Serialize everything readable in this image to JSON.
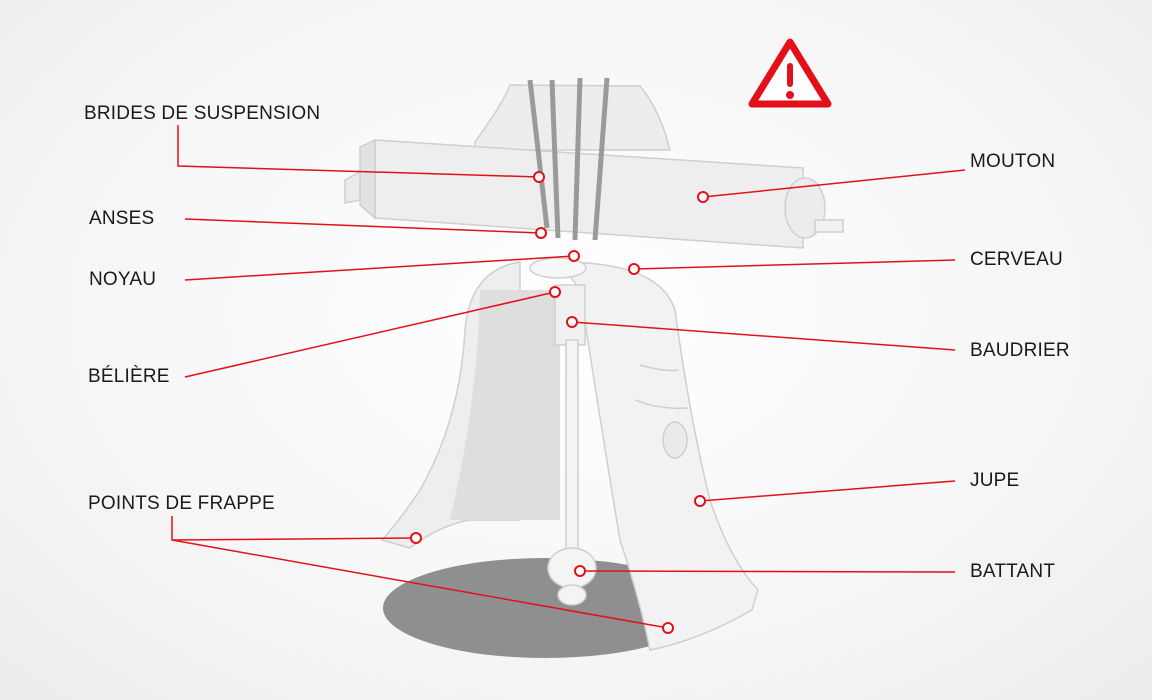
{
  "title_icon": "warning-triangle-icon",
  "accent_color": "#e3101a",
  "labels": {
    "brides": "BRIDES DE SUSPENSION",
    "mouton": "MOUTON",
    "anses": "ANSES",
    "cerveau": "CERVEAU",
    "noyau": "NOYAU",
    "baudrier": "BAUDRIER",
    "beliere": "BÉLIÈRE",
    "jupe": "JUPE",
    "points": "POINTS DE FRAPPE",
    "battant": "BATTANT"
  }
}
